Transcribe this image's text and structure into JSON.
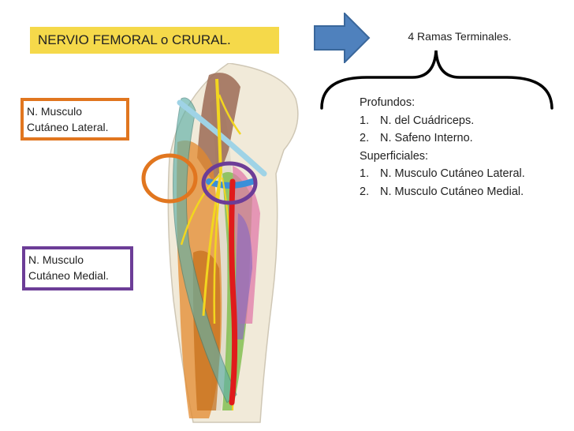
{
  "title": "NERVIO FEMORAL o CRURAL.",
  "ramas_label": "4 Ramas Terminales.",
  "branches": [
    {
      "kind": "header",
      "text": "Profundos:"
    },
    {
      "kind": "item",
      "num": "1.",
      "text": "N. del Cuádriceps."
    },
    {
      "kind": "item",
      "num": "2.",
      "text": "N. Safeno Interno."
    },
    {
      "kind": "header",
      "text": "Superficiales:"
    },
    {
      "kind": "item",
      "num": "1.",
      "text": "N. Musculo Cutáneo Lateral."
    },
    {
      "kind": "item",
      "num": "2.",
      "text": "N. Musculo Cutáneo Medial."
    }
  ],
  "labels": {
    "lateral": [
      "N. Musculo",
      "Cutáneo Lateral."
    ],
    "medial": [
      "N. Musculo",
      "Cutáneo Medial."
    ]
  },
  "colors": {
    "title_bg": "#f5d94a",
    "arrow": "#4f81bd",
    "lateral": "#e1761f",
    "medial": "#6c3d97"
  }
}
